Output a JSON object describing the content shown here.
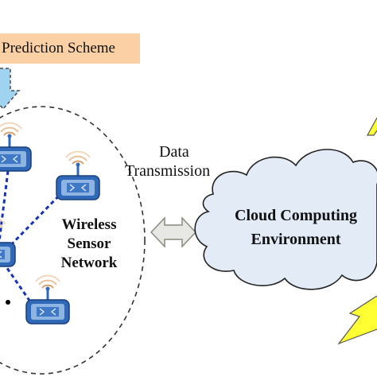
{
  "scheme": {
    "label": "Prediction Scheme"
  },
  "transmission": {
    "line1": "Data",
    "line2": "Transmission"
  },
  "wsn": {
    "line1": "Wireless",
    "line2": "Sensor",
    "line3": "Network"
  },
  "cloud": {
    "line1": "Cloud Computing",
    "line2": "Environment"
  },
  "colors": {
    "scheme_fill": "#fbd0a4",
    "cloud_fill": "#e3ebf7",
    "sensor_blue": "#2f69b8",
    "link_blue": "#1533b7",
    "arrow_fill": "#e7e7e3",
    "down_arrow": "#9fd3ef",
    "lightning": "#ffff33"
  },
  "icons": {
    "sensor": "wireless-sensor-node-icon",
    "double_arrow": "double-arrow-icon",
    "lightning": "lightning-icon"
  }
}
